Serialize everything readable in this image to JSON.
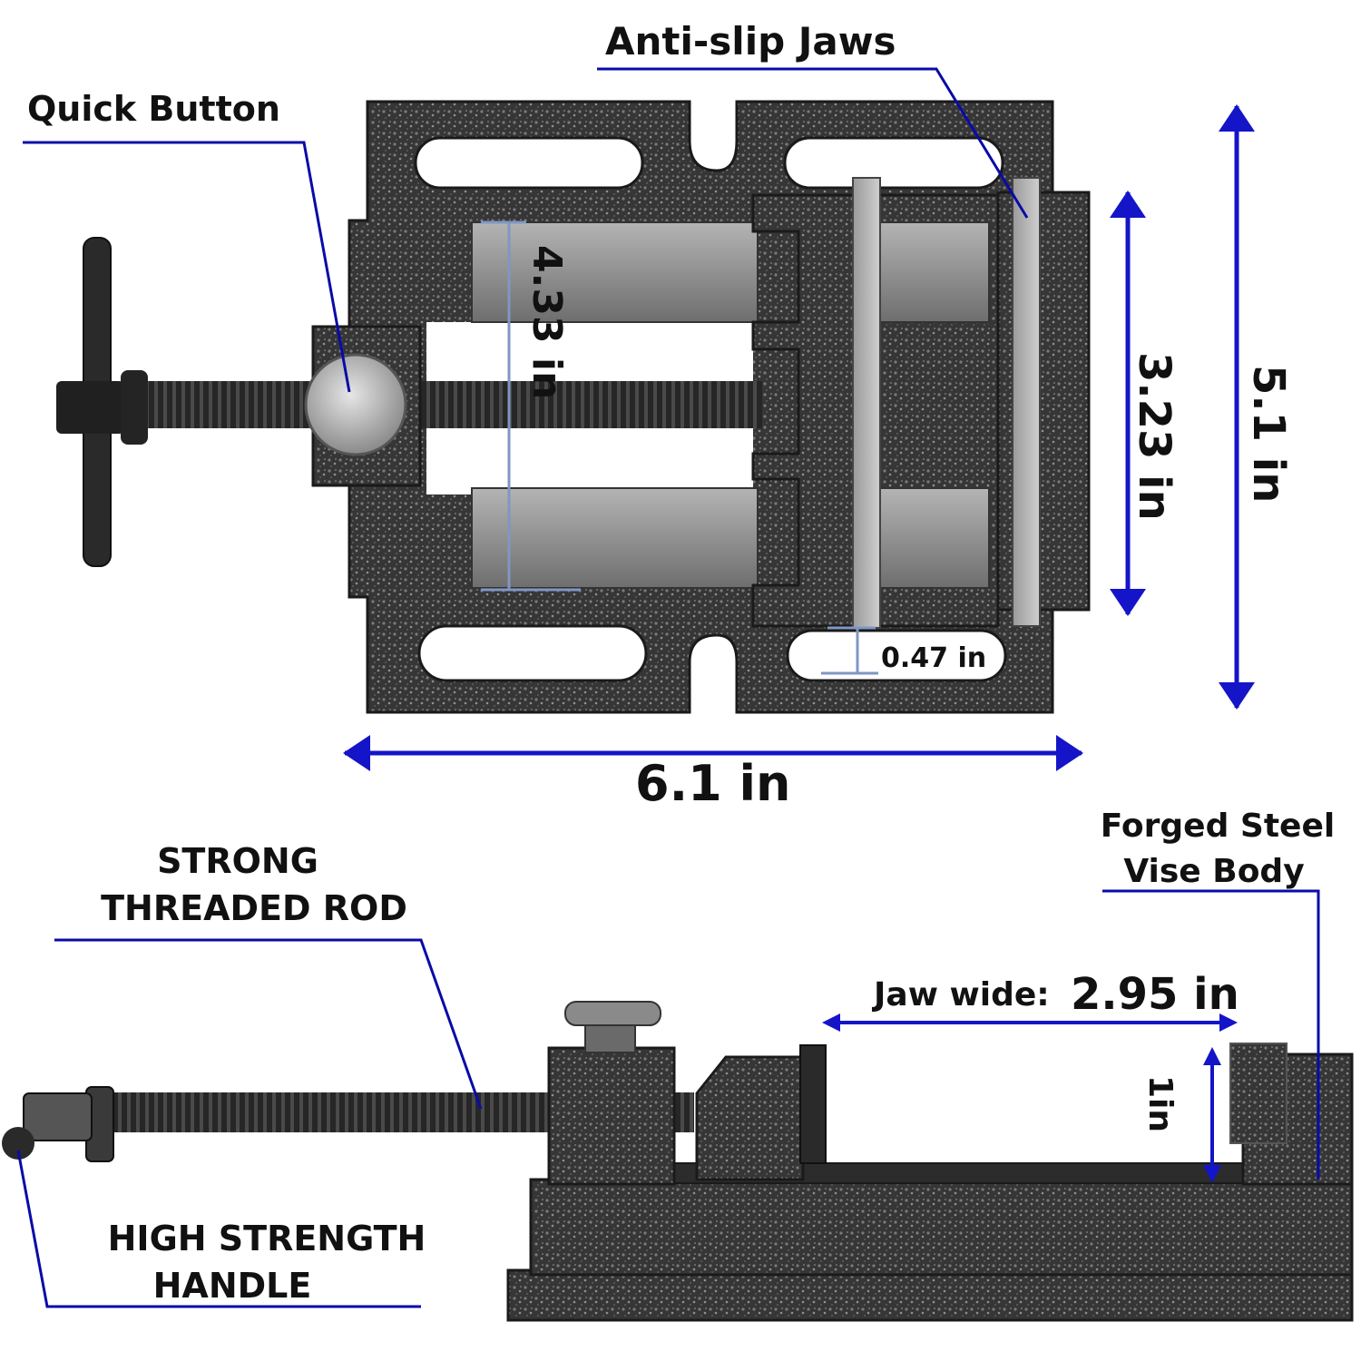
{
  "labels": {
    "anti_slip_jaws": "Anti-slip Jaws",
    "quick_button": "Quick Button",
    "strong_threaded_rod": [
      "STRONG",
      "THREADED ROD"
    ],
    "forged_steel_vise_body": [
      "Forged Steel",
      "Vise Body"
    ],
    "high_strength_handle": [
      "HIGH STRENGTH",
      "HANDLE"
    ]
  },
  "dimensions": {
    "overall_width": "6.1 in",
    "overall_height": "5.1 in",
    "jaw_opening": "3.23 in",
    "slide_length": "4.33 in",
    "jaw_thickness": "0.47 in",
    "jaw_width_label": "Jaw wide:",
    "jaw_width_value": "2.95 in",
    "jaw_height": "1in"
  },
  "colors": {
    "dimension_arrow": "#1414c8",
    "leader_line": "#0a0aa8",
    "casting": "#3c3c3c",
    "steel": "#8e8e8e",
    "inner_dimension_line": "#7f97c4"
  }
}
